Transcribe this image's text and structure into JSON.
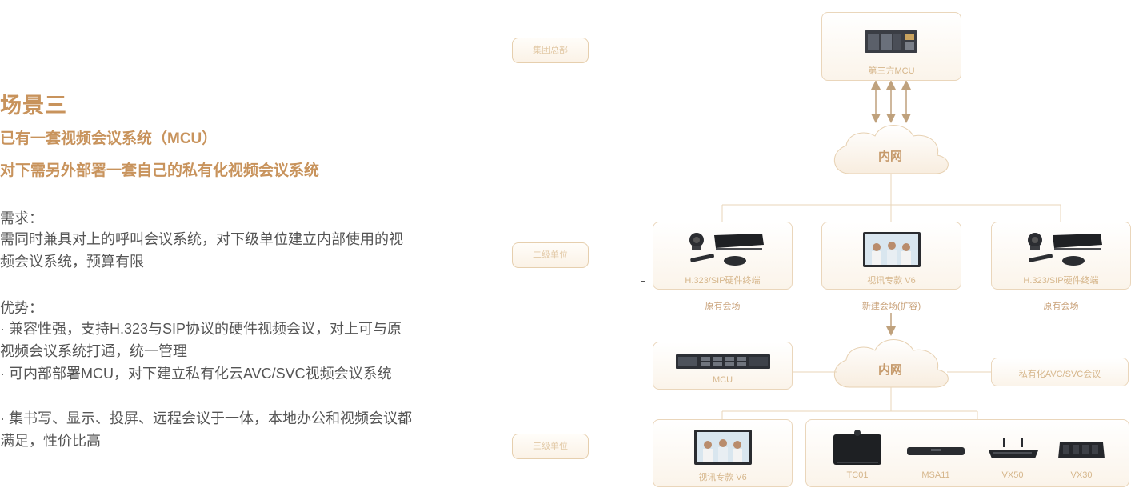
{
  "left": {
    "scene_title": "场景三",
    "subtitle_1": "已有一套视频会议系统（MCU）",
    "subtitle_2": "对下需另外部署一套自己的私有化视频会议系统",
    "need_label": "需求：",
    "need_text": "需同时兼具对上的呼叫会议系统，对下级单位建立内部使用的视频会议系统，预算有限",
    "adv_label": "优势：",
    "adv_1": "· 兼容性强，支持H.323与SIP协议的硬件视频会议，对上可与原视频会议系统打通，统一管理",
    "adv_2": "· 可内部部署MCU，对下建立私有化云AVC/SVC视频会议系统",
    "adv_3": "· 集书写、显示、投屏、远程会议于一体，本地办公和视频会议都满足，性价比高"
  },
  "tiers": {
    "group_hq": "集团总部",
    "level2": "二级单位",
    "level3": "三级单位"
  },
  "diagram": {
    "third_party_mcu": "第三方MCU",
    "intranet_top": "内网",
    "intranet_bottom": "内网",
    "terminal_left": "H.323/SIP硬件终端",
    "terminal_center": "视讯专款 V6",
    "terminal_right": "H.323/SIP硬件终端",
    "caption_left": "原有会场",
    "caption_center": "新建会场(扩容)",
    "caption_right": "原有会场",
    "mcu": "MCU",
    "private_cloud": "私有化AVC/SVC会议",
    "bottom_v6": "视讯专款 V6",
    "devices": [
      "TC01",
      "MSA11",
      "VX50",
      "VX30"
    ]
  },
  "colors": {
    "accent": "#c8935c",
    "line": "#e9d6ba",
    "box_border": "#ead6bb",
    "arrow": "#bfa17c"
  }
}
